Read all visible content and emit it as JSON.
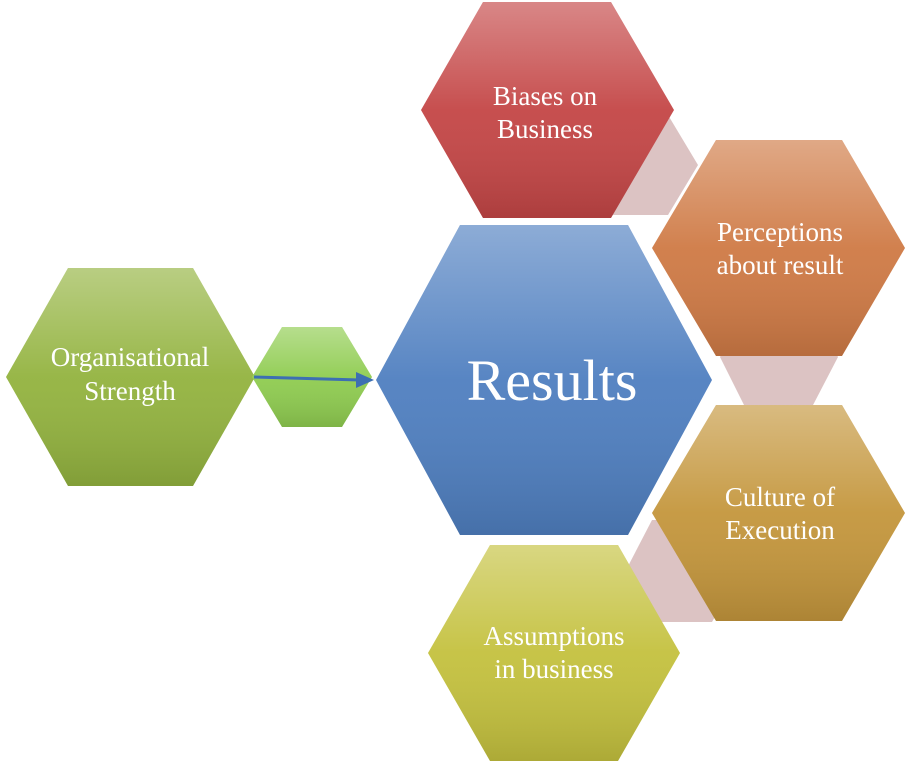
{
  "diagram": {
    "center": {
      "label": "Results",
      "color": "#4f7fc0"
    },
    "input": {
      "label_lines": [
        "Organisational",
        "Strength"
      ],
      "color": "#93b33f"
    },
    "connector_color": "#8fcc50",
    "arrow_color": "#3d6fb2",
    "link_color": "#dcc3c3",
    "factors": [
      {
        "id": "biases",
        "label_lines": [
          "Biases on",
          "Business"
        ],
        "color": "#c44646"
      },
      {
        "id": "perceptions",
        "label_lines": [
          "Perceptions",
          "about result"
        ],
        "color": "#cf7a45"
      },
      {
        "id": "culture",
        "label_lines": [
          "Culture of",
          "Execution"
        ],
        "color": "#c4963c"
      },
      {
        "id": "assumptions",
        "label_lines": [
          "Assumptions",
          "in business"
        ],
        "color": "#c4c13e"
      }
    ]
  }
}
